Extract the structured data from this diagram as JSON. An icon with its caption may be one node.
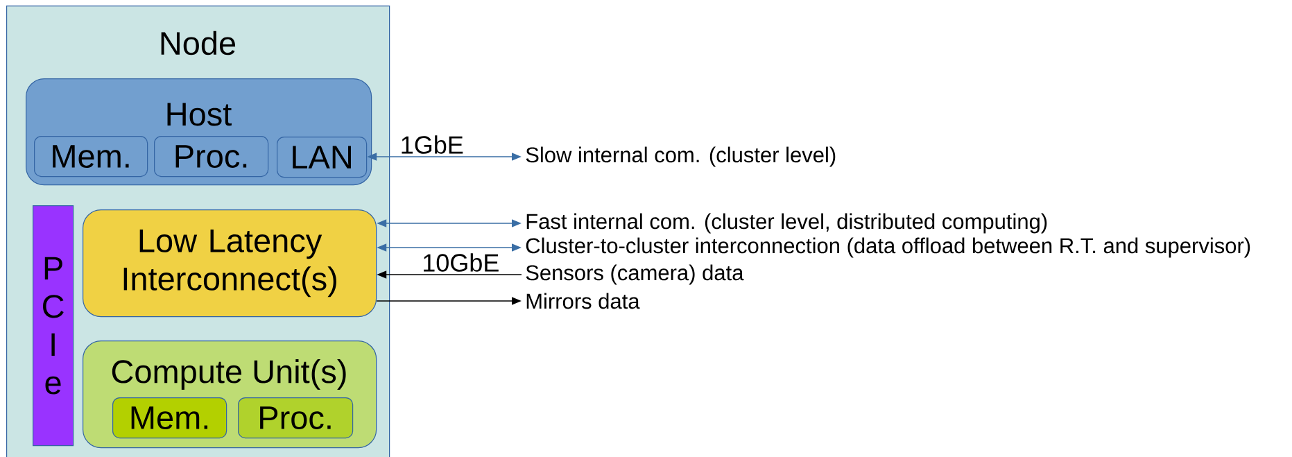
{
  "diagram": {
    "nodes": [
      {
        "text": [
          "Node"
        ]
      },
      {
        "text": [
          "Host"
        ],
        "in": 0
      },
      {
        "text": [
          "Mem."
        ],
        "in": 1
      },
      {
        "text": [
          "Proc."
        ],
        "in": 1
      },
      {
        "text": [
          "LAN"
        ],
        "in": 1
      },
      {
        "text": [
          "P C I e"
        ],
        "in": 0
      },
      {
        "text": [
          "Low Latency Interconnect(s)"
        ],
        "in": 0
      },
      {
        "text": [
          "Compute Unit(s)"
        ],
        "in": 0
      },
      {
        "text": [
          "Mem."
        ],
        "in": 7
      },
      {
        "text": [
          "Proc."
        ],
        "in": 7
      },
      {
        "text": [
          "Slow internal com. (cluster level)"
        ]
      },
      {
        "text": [
          "Fast internal com. (cluster level, distributed computing)"
        ]
      },
      {
        "text": [
          "Cluster-to-cluster interconnection (data offload between R.T. and supervisor)"
        ]
      },
      {
        "text": [
          "Sensors (camera) data"
        ]
      },
      {
        "text": [
          "Mirrors data"
        ]
      }
    ],
    "edges": [
      {
        "from": 4,
        "to": 10,
        "arrow": "both",
        "label": "1GbE"
      },
      {
        "from": 6,
        "to": 11,
        "arrow": "both"
      },
      {
        "from": 6,
        "to": 12,
        "arrow": "both"
      },
      {
        "from": 13,
        "to": 6,
        "arrow": "to",
        "label": "10GbE",
        "color": "#000000"
      },
      {
        "from": 6,
        "to": 14,
        "arrow": "to",
        "color": "#000000"
      }
    ]
  }
}
